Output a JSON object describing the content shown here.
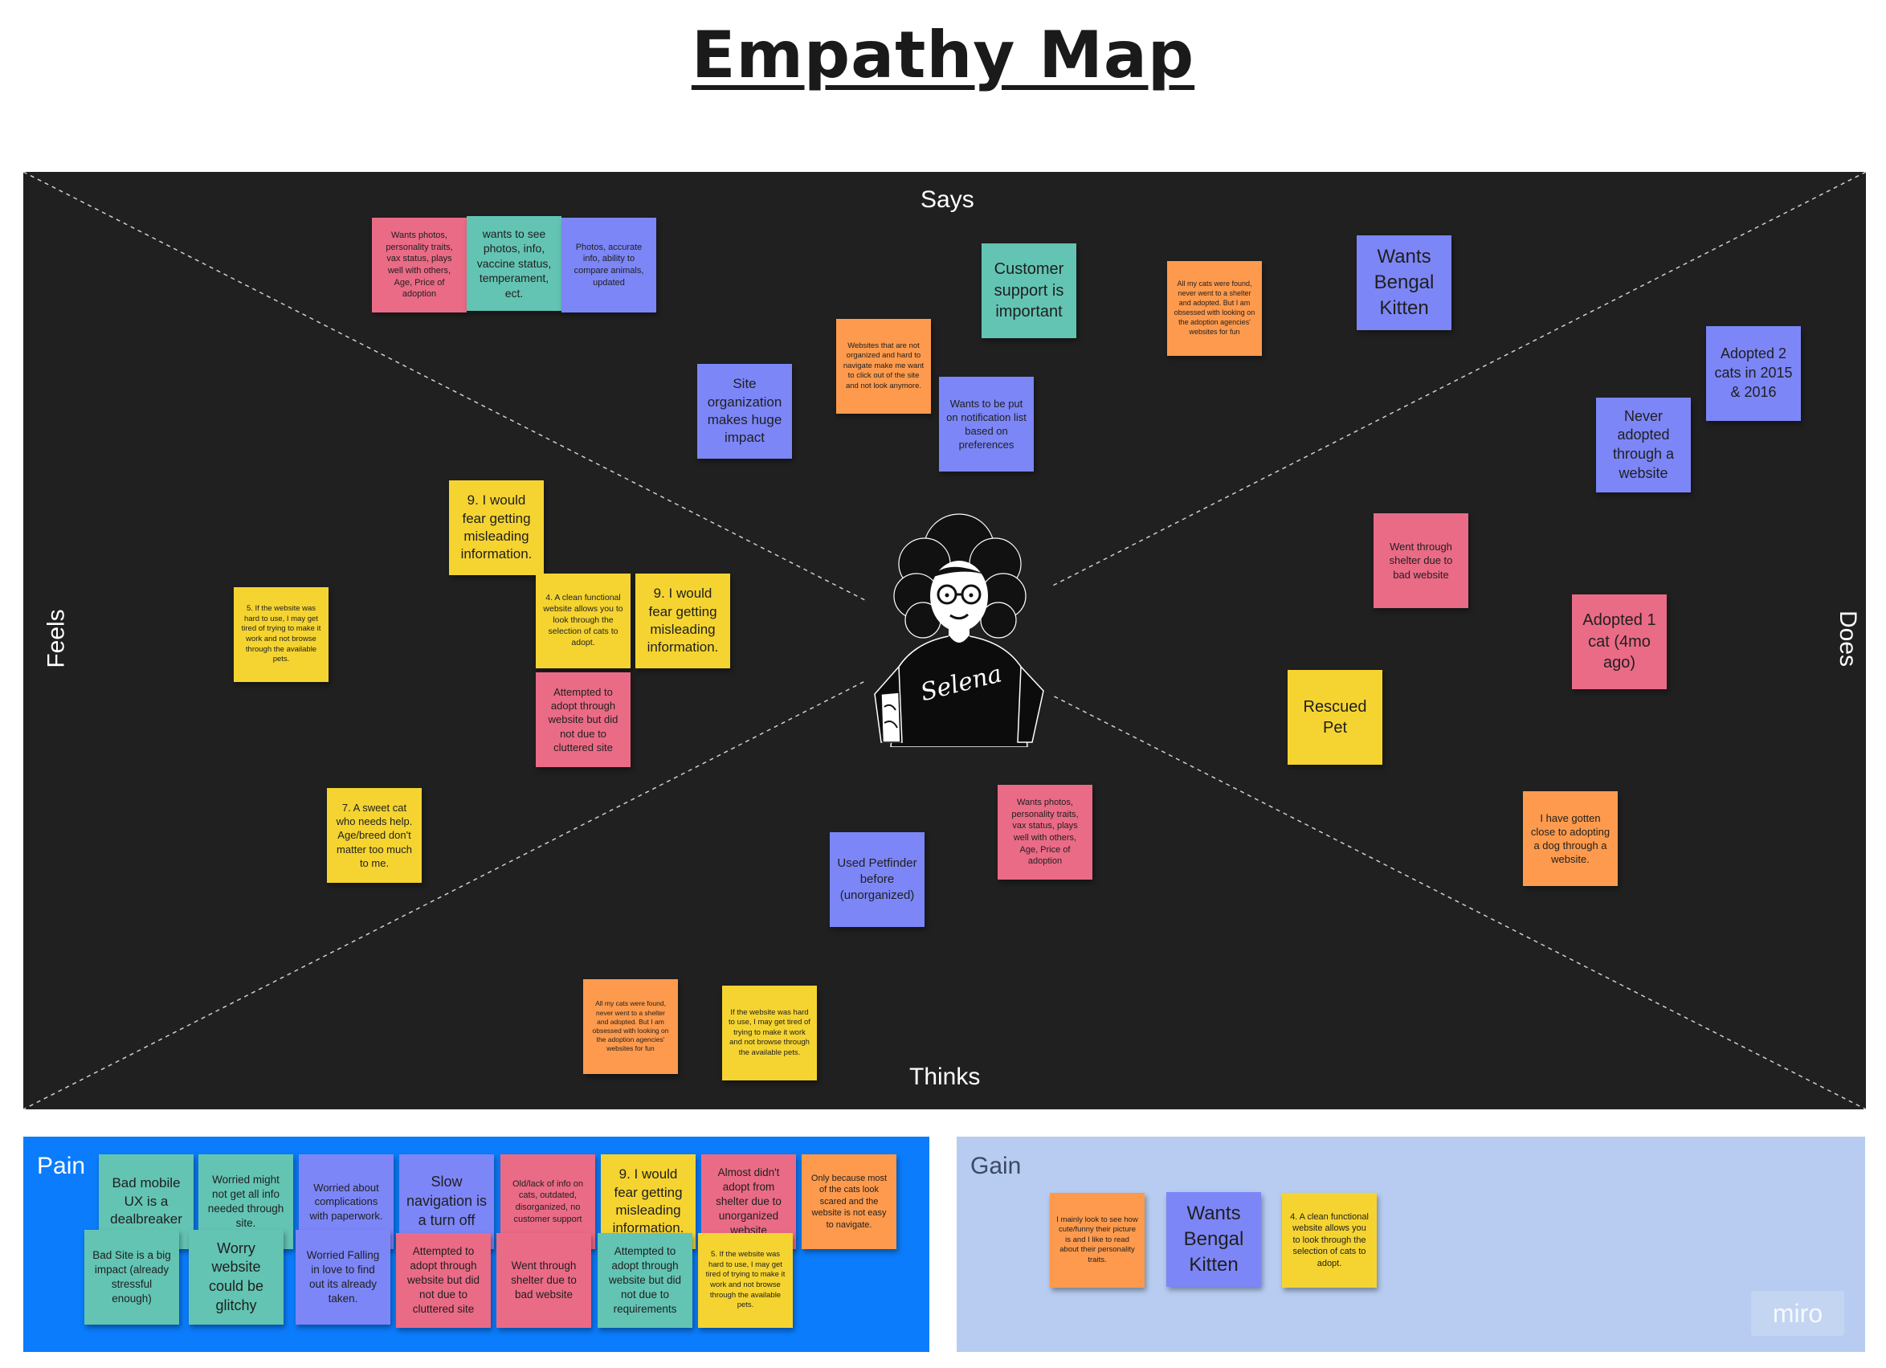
{
  "title": "Empathy Map",
  "quadrants": {
    "says": "Says",
    "thinks": "Thinks",
    "feels": "Feels",
    "does": "Does"
  },
  "persona": {
    "shirt_text": "Selena"
  },
  "board_notes": [
    {
      "text": "Wants photos, personality traits, vax status, plays well with others, Age, Price of adoption",
      "color": "pink"
    },
    {
      "text": "wants to see photos, info, vaccine status, temperament, ect.",
      "color": "teal"
    },
    {
      "text": "Photos, accurate info, ability to compare animals, updated",
      "color": "blue"
    },
    {
      "text": "Customer support is important",
      "color": "teal"
    },
    {
      "text": "All my cats were found, never went to a shelter and adopted. But I am obsessed with looking on the adoption agencies' websites for fun",
      "color": "orange"
    },
    {
      "text": "Wants Bengal Kitten",
      "color": "blue"
    },
    {
      "text": "Adopted 2 cats in 2015 & 2016",
      "color": "blue"
    },
    {
      "text": "Websites that are not organized and hard to navigate make me want to click out of the site and not look anymore.",
      "color": "orange"
    },
    {
      "text": "Site organization makes huge impact",
      "color": "blue"
    },
    {
      "text": "Wants to be put on notification list based on preferences",
      "color": "blue"
    },
    {
      "text": "Never adopted through a website",
      "color": "blue"
    },
    {
      "text": "9. I would fear getting misleading information.",
      "color": "yellow"
    },
    {
      "text": "Went through shelter due to bad website",
      "color": "pink"
    },
    {
      "text": "5. If the website was hard to use, I may get tired of trying to make it work and not browse through the available pets.",
      "color": "yellow"
    },
    {
      "text": "4. A clean functional website allows you to look through the selection of cats to adopt.",
      "color": "yellow"
    },
    {
      "text": "9. I would fear getting misleading information.",
      "color": "yellow"
    },
    {
      "text": "Adopted 1 cat (4mo ago)",
      "color": "pink"
    },
    {
      "text": "Attempted to adopt through website but did not due to cluttered site",
      "color": "pink"
    },
    {
      "text": "Rescued Pet",
      "color": "yellow"
    },
    {
      "text": "7. A sweet cat who needs help. Age/breed don't matter too much to me.",
      "color": "yellow"
    },
    {
      "text": "Wants photos, personality traits, vax status, plays well with others, Age, Price of adoption",
      "color": "pink"
    },
    {
      "text": "I have gotten close to adopting a dog through a website.",
      "color": "orange"
    },
    {
      "text": "Used Petfinder before (unorganized)",
      "color": "blue"
    },
    {
      "text": "All my cats were found, never went to a shelter and adopted. But I am obsessed with looking on the adoption agencies' websites for fun",
      "color": "orange"
    },
    {
      "text": "If the website was hard to use, I may get tired of trying to make it work and not browse through the available pets.",
      "color": "yellow"
    }
  ],
  "pain": {
    "title": "Pain",
    "notes": [
      {
        "text": "Bad mobile UX is a dealbreaker",
        "color": "teal"
      },
      {
        "text": "Worried might not get all info needed through site.",
        "color": "teal"
      },
      {
        "text": "Worried about complications with paperwork.",
        "color": "blue"
      },
      {
        "text": "Slow navigation is a turn off",
        "color": "blue"
      },
      {
        "text": "Old/lack of info on cats, outdated, disorganized, no customer support",
        "color": "pink"
      },
      {
        "text": "9. I would fear getting misleading information.",
        "color": "yellow"
      },
      {
        "text": "Almost didn't adopt from shelter due to unorganized website",
        "color": "pink"
      },
      {
        "text": "Only because most of the cats look scared and the website is not easy to navigate.",
        "color": "orange"
      },
      {
        "text": "Bad Site is a big impact (already stressful enough)",
        "color": "teal"
      },
      {
        "text": "Worry website could be glitchy",
        "color": "teal"
      },
      {
        "text": "Worried Falling in love to find out its already taken.",
        "color": "blue"
      },
      {
        "text": "Attempted to adopt through website but did not due to cluttered site",
        "color": "pink"
      },
      {
        "text": "Went through shelter due to bad website",
        "color": "pink"
      },
      {
        "text": "Attempted to adopt through website but did not due to requirements",
        "color": "teal"
      },
      {
        "text": "5. If the website was hard to use, I may get tired of trying to make it work and not browse through the available pets.",
        "color": "yellow"
      }
    ]
  },
  "gain": {
    "title": "Gain",
    "notes": [
      {
        "text": "I mainly look to see how cute/funny their picture is and I like to read about their personality traits.",
        "color": "orange"
      },
      {
        "text": "Wants Bengal Kitten",
        "color": "blue"
      },
      {
        "text": "4. A clean functional website allows you to look through the selection of cats to adopt.",
        "color": "yellow"
      }
    ]
  },
  "watermark": "miro"
}
